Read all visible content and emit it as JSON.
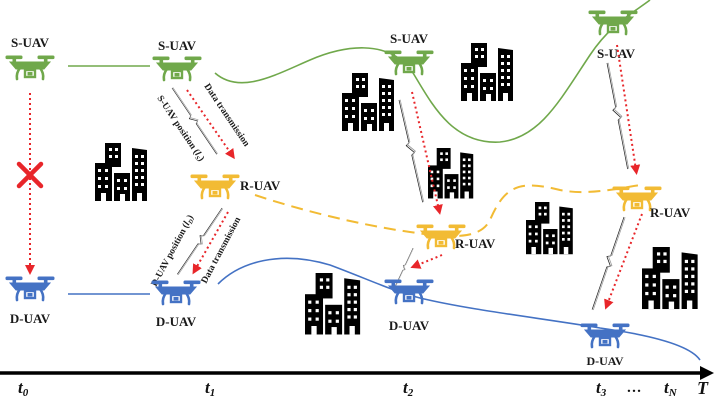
{
  "title": "Multi-UAV relay communication over time",
  "colors": {
    "s_uav": "#70a84b",
    "r_uav": "#f2bb34",
    "d_uav": "#4472c4",
    "transmission": "#e8262a",
    "building": "#000000",
    "axis": "#000000"
  },
  "labels": {
    "s_uav": "S-UAV",
    "r_uav": "R-UAV",
    "d_uav": "D-UAV",
    "data_transmission": "Data transmission",
    "s_uav_position": "S-UAV position (",
    "d_uav_position": "D-UAV position (",
    "pos_s_sub": "l",
    "pos_s_subsub": "S",
    "pos_d_sub": "l",
    "pos_d_subsub": "D"
  },
  "timeline": {
    "ticks": [
      {
        "main": "t",
        "sub": "0"
      },
      {
        "main": "t",
        "sub": "1"
      },
      {
        "main": "t",
        "sub": "2"
      },
      {
        "main": "t",
        "sub": "3"
      },
      {
        "main": "…",
        "sub": ""
      },
      {
        "main": "t",
        "sub": "N"
      }
    ],
    "end_label": "T"
  },
  "time_steps": [
    {
      "time": "t0",
      "uavs": [
        "S-UAV",
        "D-UAV"
      ],
      "link_blocked": true
    },
    {
      "time": "t1",
      "uavs": [
        "S-UAV",
        "R-UAV",
        "D-UAV"
      ],
      "link_blocked": false
    },
    {
      "time": "t2",
      "uavs": [
        "S-UAV",
        "R-UAV",
        "D-UAV"
      ],
      "link_blocked": false
    },
    {
      "time": "t3",
      "uavs": [
        "S-UAV",
        "R-UAV",
        "D-UAV"
      ],
      "link_blocked": false
    }
  ]
}
